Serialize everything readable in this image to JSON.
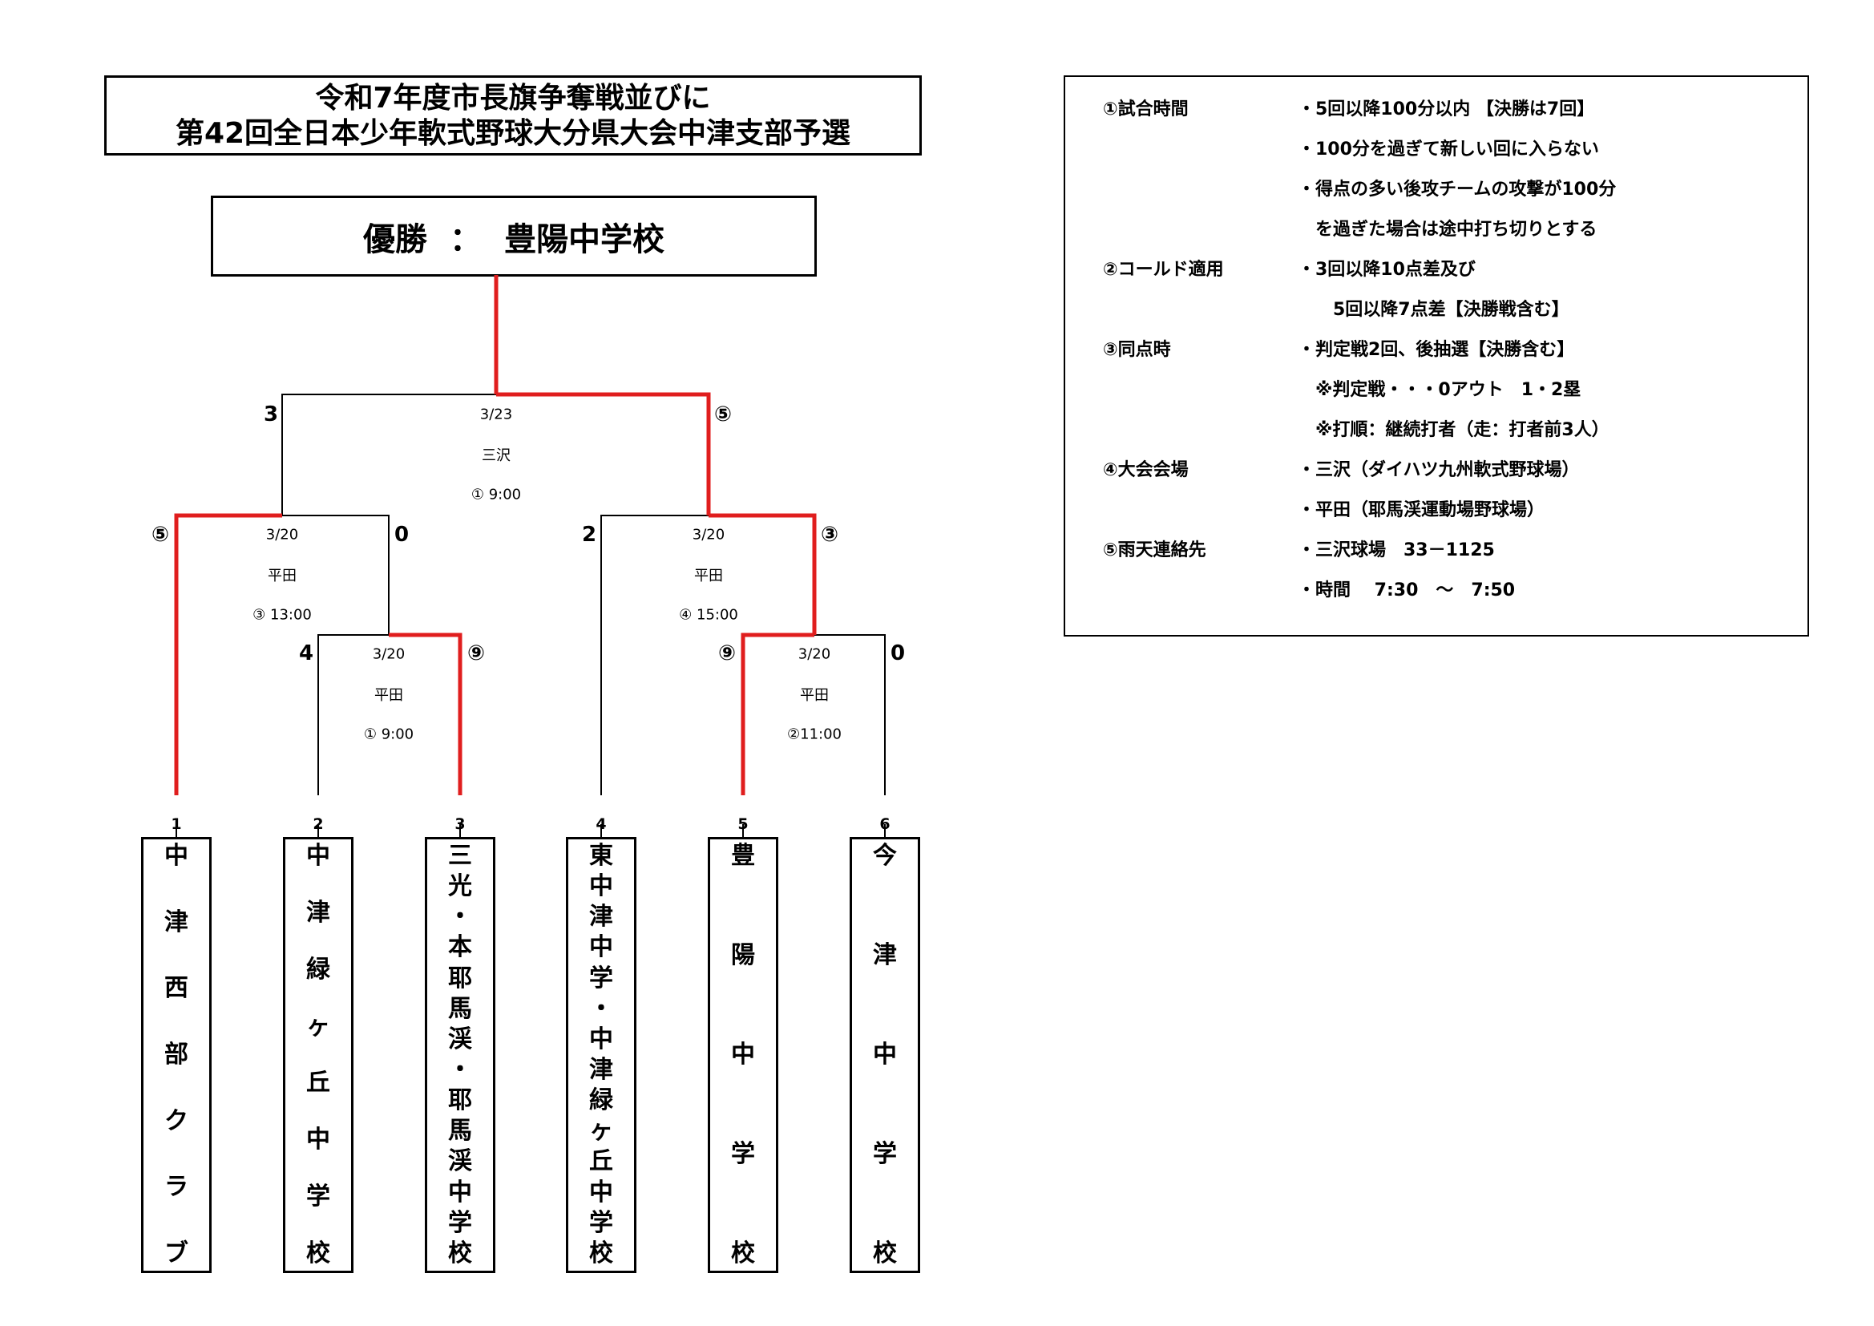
{
  "title": {
    "line1": "令和7年度市長旗争奪戦並びに",
    "line2": "第42回全日本少年軟式野球大分県大会中津支部予選"
  },
  "winner": {
    "label": "優勝",
    "separator": "：",
    "team": "豊陽中学校"
  },
  "teams": [
    {
      "number": "1",
      "name": "中津西部クラブ"
    },
    {
      "number": "2",
      "name": "中津緑ヶ丘中学校"
    },
    {
      "number": "3",
      "name": "三光・本耶馬渓・耶馬渓中学校"
    },
    {
      "number": "4",
      "name": "東中津中学・中津緑ヶ丘中学校"
    },
    {
      "number": "5",
      "name": "豊陽中学校"
    },
    {
      "number": "6",
      "name": "今津中学校"
    }
  ],
  "matches": [
    {
      "id": "m1",
      "date": "3/20",
      "venue": "平田",
      "slot": "① 9:00",
      "score_left": "4",
      "score_right": "⑨"
    },
    {
      "id": "m2",
      "date": "3/20",
      "venue": "平田",
      "slot": "②11:00",
      "score_left": "⑨",
      "score_right": "0"
    },
    {
      "id": "m3",
      "date": "3/20",
      "venue": "平田",
      "slot": "③ 13:00",
      "score_left": "⑤",
      "score_right": "0"
    },
    {
      "id": "m4",
      "date": "3/20",
      "venue": "平田",
      "slot": "④ 15:00",
      "score_left": "2",
      "score_right": "③"
    },
    {
      "id": "final",
      "date": "3/23",
      "venue": "三沢",
      "slot": "① 9:00",
      "score_left": "3",
      "score_right": "⑤"
    }
  ],
  "colors": {
    "winner_line": "#e01e1e",
    "line": "#000000"
  },
  "rules": [
    {
      "head": "①試合時間",
      "text": "・5回以降100分以内 【決勝は7回】"
    },
    {
      "head": "",
      "text": "・100分を過ぎて新しい回に入らない"
    },
    {
      "head": "",
      "text": "・得点の多い後攻チームの攻撃が100分"
    },
    {
      "head": "",
      "text": "　を過ぎた場合は途中打ち切りとする"
    },
    {
      "head": "②コールド適用",
      "text": "・3回以降10点差及び"
    },
    {
      "head": "",
      "text": "　　5回以降7点差【決勝戦含む】"
    },
    {
      "head": "③同点時",
      "text": "・判定戦2回、後抽選【決勝含む】"
    },
    {
      "head": "",
      "text": "　※判定戦・・・0アウト　1・2塁"
    },
    {
      "head": "",
      "text": "　※打順：継続打者（走：打者前3人）"
    },
    {
      "head": "④大会会場",
      "text": "・三沢（ダイハツ九州軟式野球場）"
    },
    {
      "head": "",
      "text": "・平田（耶馬渓運動場野球場）"
    },
    {
      "head": "⑤雨天連絡先",
      "text": "・三沢球場　33－1125"
    },
    {
      "head": "",
      "text": "・時間　 7:30　～　7:50"
    }
  ]
}
